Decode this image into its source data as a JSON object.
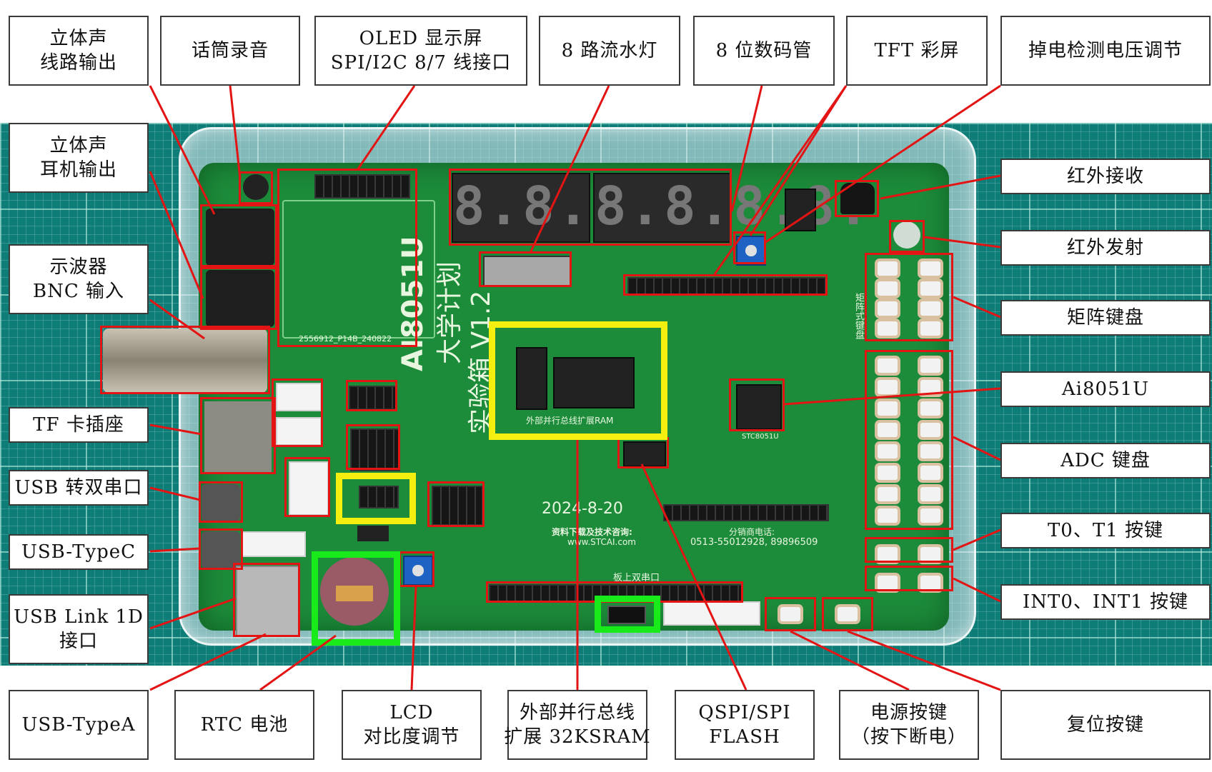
{
  "board": {
    "model": "AI8051U",
    "title": "大学计划",
    "subtitle": "实验箱 V1.2",
    "date": "2024-8-20",
    "download_info": "资料下载及技术咨询:",
    "website": "www.STCAI.com",
    "sales_phone_label": "分销商电话:",
    "sales_phone": "0513-55012928, 89896509",
    "ram_silk": "外部并行总线扩展RAM",
    "mcu_silk": "STC8051U",
    "oled_silk": "2556912_P14B_240822",
    "keypad_silk": "矩阵式键盘",
    "usb_silk": "板上双串口"
  },
  "labels": {
    "stereo_line_out": [
      "立体声",
      "线路输出"
    ],
    "mic_record": [
      "话筒录音"
    ],
    "oled": [
      "OLED 显示屏",
      "SPI/I2C 8/7 线接口"
    ],
    "led_8": [
      "8 路流水灯"
    ],
    "seg7_8": [
      "8 位数码管"
    ],
    "tft": [
      "TFT 彩屏"
    ],
    "brownout": [
      "掉电检测电压调节"
    ],
    "stereo_headphone": [
      "立体声",
      "耳机输出"
    ],
    "ir_receive": [
      "红外接收"
    ],
    "oscilloscope": [
      "示波器",
      "BNC 输入"
    ],
    "ir_emit": [
      "红外发射"
    ],
    "matrix_keypad": [
      "矩阵键盘"
    ],
    "mcu": [
      "Ai8051U"
    ],
    "tf_slot": [
      "TF 卡插座"
    ],
    "adc_keypad": [
      "ADC 键盘"
    ],
    "usb_dual_serial": [
      "USB 转双串口"
    ],
    "t0_t1": [
      "T0、T1 按键"
    ],
    "usb_typec": [
      "USB-TypeC"
    ],
    "int0_int1": [
      "INT0、INT1 按键"
    ],
    "usb_link": [
      "USB Link 1D",
      "接口"
    ],
    "usb_typea": [
      "USB-TypeA"
    ],
    "rtc_battery": [
      "RTC 电池"
    ],
    "lcd_contrast": [
      "LCD",
      "对比度调节"
    ],
    "ext_bus_sram": [
      "外部并行总线",
      "扩展 32KSRAM"
    ],
    "qspi_flash": [
      "QSPI/SPI",
      "FLASH"
    ],
    "power_key": [
      "电源按键",
      "（按下断电）"
    ],
    "reset_key": [
      "复位按键"
    ]
  },
  "colors": {
    "leader": "#e31414",
    "highlight_yellow": "#f5ef10",
    "highlight_green": "#19ea19",
    "pcb": "#1c8c3a",
    "mat": "#0f7d77"
  },
  "display": {
    "seg_left": "8.8.8.8.",
    "seg_right": "8.8.8.8."
  }
}
